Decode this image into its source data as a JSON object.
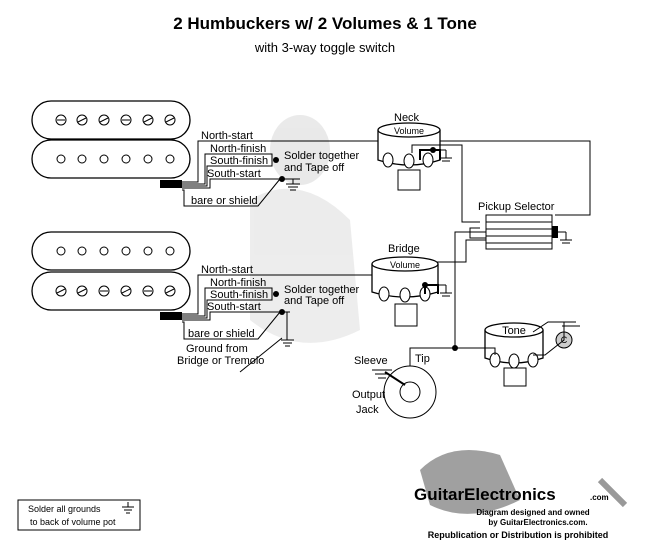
{
  "title": "2 Humbuckers w/ 2 Volumes & 1 Tone",
  "subtitle": "with 3-way toggle switch",
  "neck_pickup": {
    "wires": [
      "North-start",
      "North-finish",
      "South-finish",
      "South-start",
      "bare or shield"
    ],
    "solder_note": [
      "Solder together",
      "and Tape off"
    ]
  },
  "bridge_pickup": {
    "wires": [
      "North-start",
      "North-finish",
      "South-finish",
      "South-start",
      "bare or shield"
    ],
    "solder_note": [
      "Solder together",
      "and Tape off"
    ],
    "ground_note": [
      "Ground from",
      "Bridge or Tremolo"
    ]
  },
  "neck_volume": {
    "heading": "Neck",
    "label": "Volume"
  },
  "bridge_volume": {
    "heading": "Bridge",
    "label": "Volume"
  },
  "tone": {
    "label": "Tone",
    "capacitor": "C"
  },
  "selector": {
    "label": "Pickup Selector"
  },
  "jack": {
    "sleeve": "Sleeve",
    "tip": "Tip",
    "label": [
      "Output",
      "Jack"
    ]
  },
  "ground_note": [
    "Solder all grounds",
    "to back of volume pot"
  ],
  "logo": {
    "brand": "GuitarElectronics",
    "suffix": ".com",
    "credit": [
      "Diagram designed and owned",
      "by GuitarElectronics.com."
    ],
    "notice": "Republication or Distribution is prohibited"
  },
  "colors": {
    "ink": "#000000",
    "watermark": "#d8d8d8"
  }
}
